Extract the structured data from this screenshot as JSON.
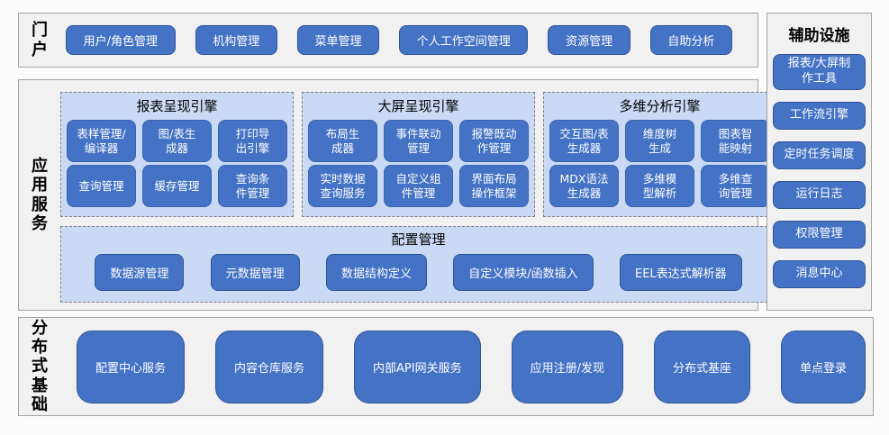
{
  "colors": {
    "button_blue": "#4472c4",
    "button_border": "#2f5597",
    "panel_light_blue": "#cbdaf4",
    "section_gray": "#f1f1f1",
    "dashed_border": "#7f7f7f"
  },
  "portal": {
    "label": "门户",
    "items": [
      "用户/角色管理",
      "机构管理",
      "菜单管理",
      "个人工作空间管理",
      "资源管理",
      "自助分析"
    ]
  },
  "app_services": {
    "label": "应用服务",
    "engines": [
      {
        "title": "报表呈现引擎",
        "rows": [
          [
            "表样管理/\n编译器",
            "图/表生\n成器",
            "打印导\n出引擎"
          ],
          [
            "查询管理",
            "缓存管理",
            "查询条\n件管理"
          ]
        ]
      },
      {
        "title": "大屏呈现引擎",
        "rows": [
          [
            "布局生\n成器",
            "事件联动\n管理",
            "报警既动\n作管理"
          ],
          [
            "实时数据\n查询服务",
            "自定义组\n件管理",
            "界面布局\n操作框架"
          ]
        ]
      },
      {
        "title": "多维分析引擎",
        "rows": [
          [
            "交互图/表\n生成器",
            "维度树\n生成",
            "图表智\n能映射"
          ],
          [
            "MDX语法\n生成器",
            "多维模\n型解析",
            "多维查\n询管理"
          ]
        ]
      }
    ],
    "config": {
      "title": "配置管理",
      "items": [
        "数据源管理",
        "元数据管理",
        "数据结构定义",
        "自定义模块/函数插入",
        "EEL表达式解析器"
      ]
    }
  },
  "auxiliary": {
    "title": "辅助设施",
    "items": [
      "报表/大屏制\n作工具",
      "工作流引擎",
      "定时任务调度",
      "运行日志",
      "权限管理",
      "消息中心"
    ]
  },
  "distributed": {
    "label": "分布式基础",
    "items": [
      "配置中心服务",
      "内容仓库服务",
      "内部API网关服务",
      "应用注册/发现",
      "分布式基座",
      "单点登录"
    ]
  }
}
